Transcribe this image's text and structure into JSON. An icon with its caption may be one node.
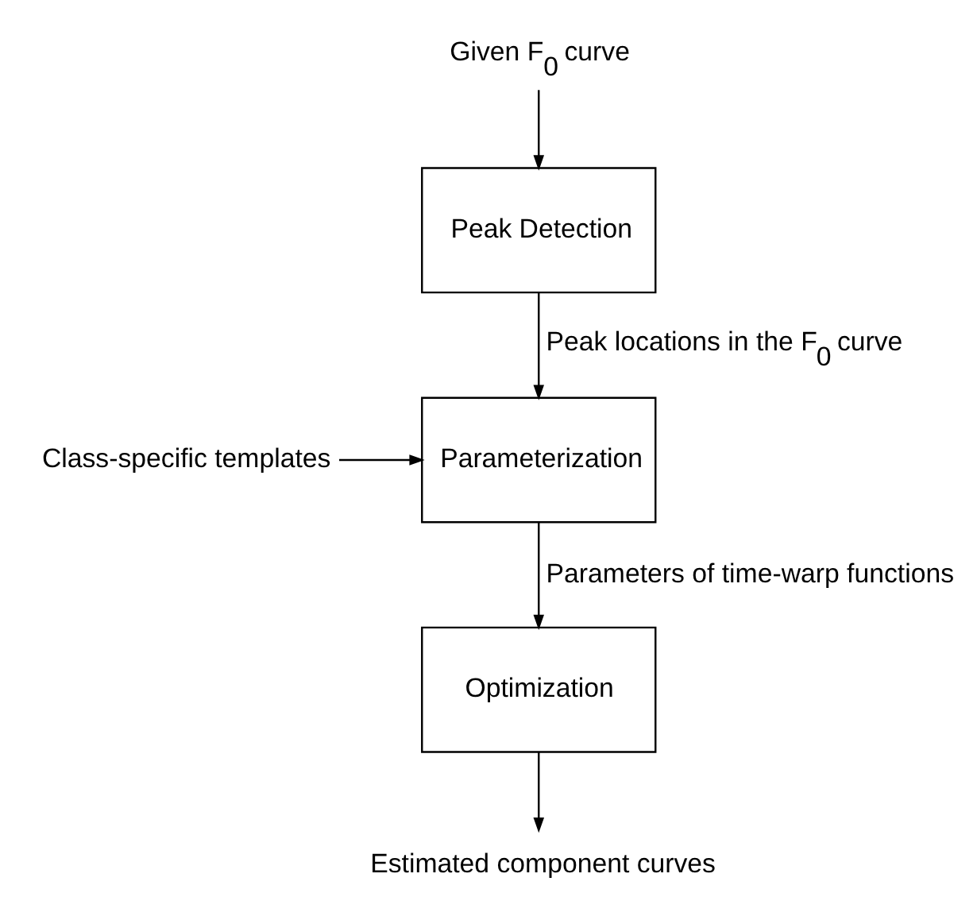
{
  "diagram": {
    "nodes": [
      {
        "text": [
          "Given F$_{0}$ curve"
        ]
      },
      {
        "text": [
          "Peak Detection"
        ]
      },
      {
        "text": [
          "Parameterization"
        ]
      },
      {
        "text": [
          "Optimization"
        ]
      },
      {
        "text": [
          "Class-specific templates"
        ]
      },
      {
        "text": [
          "Estimated component curves"
        ]
      }
    ],
    "edges": [
      {
        "from": 0,
        "to": 1,
        "arrow": "to"
      },
      {
        "from": 1,
        "to": 2,
        "arrow": "to",
        "label": "Peak locations in the F$_{0}$ curve"
      },
      {
        "from": 4,
        "to": 2,
        "arrow": "to"
      },
      {
        "from": 2,
        "to": 3,
        "arrow": "to",
        "label": "Parameters of time-warp functions"
      },
      {
        "from": 3,
        "to": 5,
        "arrow": "to"
      }
    ]
  }
}
